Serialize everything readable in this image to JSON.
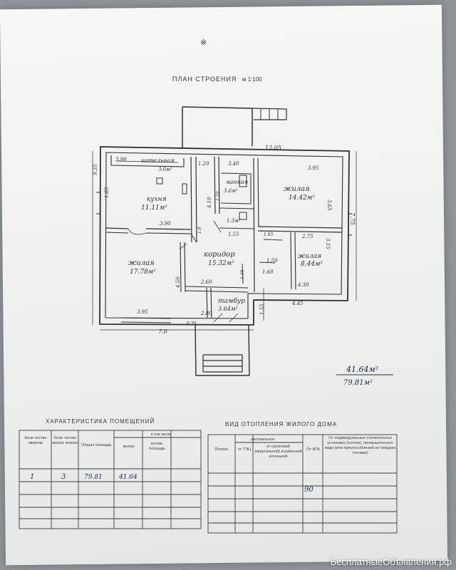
{
  "document": {
    "title": "ПЛАН СТРОЕНИЯ",
    "scale": "м 1:100",
    "total_area": "41.64м²",
    "secondary_area": "79.81м²"
  },
  "rooms": {
    "kotelnaya": {
      "name": "котельная",
      "area": "3.0м²"
    },
    "kukhnya": {
      "name": "кухня",
      "area": "11.11м²"
    },
    "vanna": {
      "name": "ванная",
      "area": "3.6м²"
    },
    "sanuzel": {
      "area": "1.3м²"
    },
    "zhilaya1": {
      "name": "жилая",
      "area": "14.42м²"
    },
    "zhilaya2": {
      "name": "жилая",
      "area": "17.78м²"
    },
    "koridor": {
      "name": "коридор",
      "area": "15.32м²"
    },
    "zhilaya3": {
      "name": "жилая",
      "area": "8.44м²"
    },
    "tambur": {
      "name": "тамбур",
      "area": "3.64м²"
    }
  },
  "dims": {
    "d1": "12.05",
    "d2": "3.90",
    "d3": "1.20",
    "d4": "3.40",
    "d5": "3.95",
    "d6": "9.35",
    "d7": "1.85",
    "d8": "4.10",
    "d9": "3.65",
    "d10": "7.75",
    "d11": "3.90",
    "d12": "1.0",
    "d13": "1.55",
    "d14": "1.65",
    "d15": "2.75",
    "d16": "3.15",
    "d17": "1.50",
    "d18": "1.10",
    "d19": "1.60",
    "d20": "2.60",
    "d21": "4.30",
    "d22": "4.50",
    "d23": "3.95",
    "d24": "2.80",
    "d25": "4.45",
    "d26": "1.55",
    "d27": "0.70",
    "d28": "7.0",
    "d29": "1.10"
  },
  "char_table": {
    "title": "ХАРАКТЕРИСТИКА ПОМЕЩЕНИЙ",
    "headers": [
      "Коли чество квартир",
      "Коли чество жилых комнат",
      "Общая площадь",
      "жилая",
      "вспом. площадь"
    ],
    "group_header": "в том числе",
    "row": [
      "1",
      "3",
      "79.81",
      "41.64",
      ""
    ]
  },
  "heat_table": {
    "title": "ВИД ОТОПЛЕНИЯ ЖИЛОГО ДОМА",
    "headers": [
      "Полезн.",
      "от ТЭЦ",
      "от групповой (квартальной) и районной котельной",
      "От АГВ",
      "От индивидуальных отопительных установок (котлов), промышленного вида (или приспособлений на твердом топливе)"
    ],
    "group_header": "центральное",
    "value": "90"
  },
  "watermark": "БесплатныеОбъявления.рф"
}
